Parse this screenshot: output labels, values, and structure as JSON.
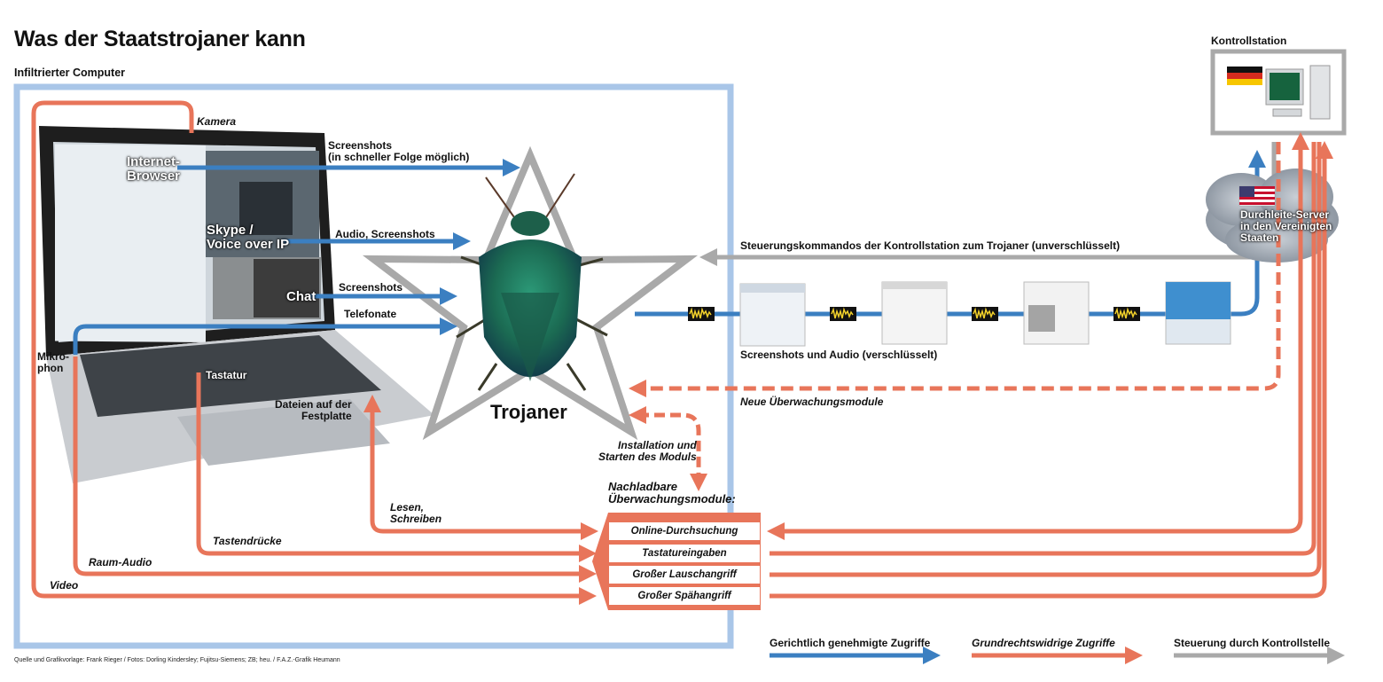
{
  "header": {
    "title": "Was der Staatstrojaner kann",
    "subtitle": "Infiltrierter Computer"
  },
  "sources": {
    "camera": "Kamera",
    "browser": "Internet-\nBrowser",
    "skype": "Skype /\nVoice over IP",
    "chat": "Chat",
    "microphone": "Mikro-\nphon",
    "keyboard": "Tastatur",
    "files": "Dateien auf der\nFestplatte"
  },
  "flows": {
    "screenshots_fast": "Screenshots\n(in schneller Folge möglich)",
    "audio_screenshots": "Audio, Screenshots",
    "screenshots": "Screenshots",
    "calls": "Telefonate",
    "control_commands": "Steuerungskommandos der Kontrollstation zum Trojaner (unverschlüsselt)",
    "encrypted": "Screenshots und Audio (verschlüsselt)",
    "new_modules": "Neue Überwachungsmodule",
    "install": "Installation und\nStarten des Moduls",
    "read_write": "Lesen,\nSchreiben",
    "keystrokes": "Tastendrücke",
    "room_audio": "Raum-Audio",
    "video": "Video"
  },
  "trojan": {
    "label": "Trojaner"
  },
  "control": {
    "station": "Kontrollstation",
    "relay": "Durchleite-Server\nin den Vereinigten\nStaaten"
  },
  "modules": {
    "heading": "Nachladbare\nÜberwachungsmodule:",
    "items": [
      "Online-Durchsuchung",
      "Tastatureingaben",
      "Großer Lauschangriff",
      "Großer Spähangriff"
    ]
  },
  "legend": {
    "items": [
      {
        "label": "Gerichtlich genehmigte Zugriffe",
        "color": "#3b7fc1"
      },
      {
        "label": "Grundrechtswidrige Zugriffe",
        "color": "#e8755a"
      },
      {
        "label": "Steuerung durch Kontrollstelle",
        "color": "#a9a9a9"
      }
    ]
  },
  "footer": {
    "credit": "Quelle und Grafikvorlage: Frank Rieger / Fotos: Dorling Kindersley; Fujitsu-Siemens; ZB; heu. / F.A.Z.-Grafik Heumann"
  },
  "colors": {
    "approved": "#3b7fc1",
    "unconstitutional": "#e8755a",
    "control": "#a9a9a9",
    "frame": "#a9c6e8"
  }
}
